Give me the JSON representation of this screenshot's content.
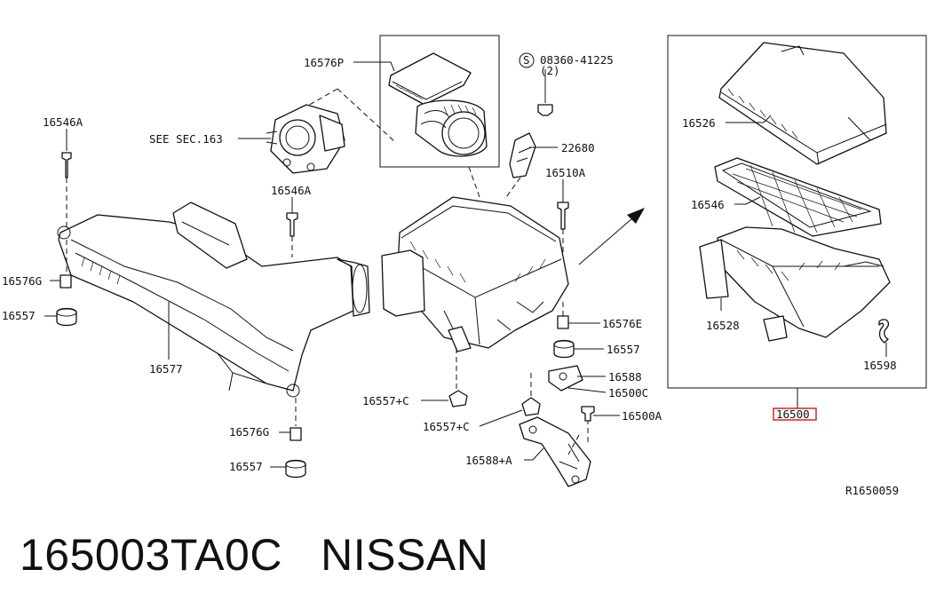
{
  "diagram": {
    "labels": {
      "p16576P": "16576P",
      "p08360": "08360-41225",
      "p08360_qty": "(2)",
      "p08360_prefix": "S",
      "see_sec": "SEE SEC.163",
      "p16546A_top": "16546A",
      "p16546A_mid": "16546A",
      "p22680": "22680",
      "p16510A": "16510A",
      "p16576G_left": "16576G",
      "p16557_left": "16557",
      "p16577": "16577",
      "p16576G_bottom": "16576G",
      "p16557_bottom": "16557",
      "p16557C_a": "16557+C",
      "p16557C_b": "16557+C",
      "p16588A": "16588+A",
      "p16576E": "16576E",
      "p16557_right": "16557",
      "p16588": "16588",
      "p16500C": "16500C",
      "p16500A": "16500A",
      "p16526": "16526",
      "p16546": "16546",
      "p16528": "16528",
      "p16598": "16598",
      "p16500": "16500",
      "ref_code": "R1650059"
    },
    "highlight_color": "#e02020"
  },
  "caption": {
    "part_number": "165003TA0C",
    "brand": "NISSAN"
  }
}
